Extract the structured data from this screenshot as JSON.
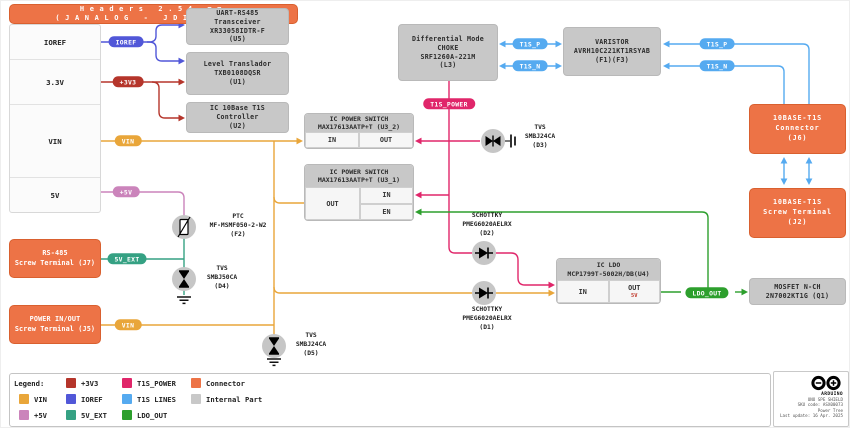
{
  "palette": {
    "vin": "#e9a63a",
    "ioref": "#5157d8",
    "p3v3": "#b5352b",
    "p5v": "#cb84bb",
    "v5ext": "#35a183",
    "t1s_power": "#e0266a",
    "t1s_lines": "#55aaf0",
    "ldo_out": "#2d9f2d",
    "connector": "#ed7346",
    "internal_part": "#c8c8c8"
  },
  "left": {
    "header_title": "Headers 2.54 mm\n(JANALOG - JDIGITAL)",
    "rows": [
      "IOREF",
      "3.3V",
      "VIN",
      "5V"
    ],
    "j7_label": "RS-485\nScrew Terminal (J7)",
    "j5_label": "POWER IN/OUT\nScrew Terminal (J5)"
  },
  "blocks": {
    "u5": "UART-RS485\nTransceiver\nXR33058IDTR-F\n(U5)",
    "u1": "Level Translador\nTXB0108DQSR\n(U1)",
    "u2": "IC 10Base T1S\nController\n(U2)",
    "u3_2_header": "IC POWER SWITCH\nMAX17613AATP+T (U3_2)",
    "u3_1_header": "IC POWER SWITCH\nMAX17613AATP+T (U3_1)",
    "choke": "Differential Mode\nCHOKE\nSRF1260A-221M\n(L3)",
    "varistor": "VARISTOR\nAVRH10C221KT1RSYAB\n(F1)(F3)",
    "ldo_header": "IC LDO\nMCP1799T-5002H/DB(U4)",
    "j6": "10BASE-T1S\nConnector\n(J6)",
    "j2": "10BASE-T1S\nScrew Terminal\n(J2)",
    "q1": "MOSFET N-CH\n2N7002KT1G (Q1)"
  },
  "ports": {
    "in": "IN",
    "out": "OUT",
    "en": "EN",
    "ldo_5v": "5V"
  },
  "pills": {
    "ioref": "IOREF",
    "p3v3": "+3V3",
    "vin": "VIN",
    "p5v": "+5V",
    "v5ext": "5V_EXT",
    "t1s_power": "T1S_POWER",
    "t1s_p": "T1S_P",
    "t1s_n": "T1S_N",
    "ldo_out": "LDO_OUT"
  },
  "parts": {
    "f2": "PTC\nMF-MSMF050-2-W2\n(F2)",
    "d4": "TVS\nSMBJ50CA\n(D4)",
    "d5": "TVS\nSMBJ24CA\n(D5)",
    "d3": "TVS\nSMBJ24CA\n(D3)",
    "d2": "SCHOTTKY\nPMEG6020AELRX\n(D2)",
    "d1": "SCHOTTKY\nPMEG6020AELRX\n(D1)"
  },
  "legend": {
    "title": "Legend:",
    "items": [
      {
        "label": "+3V3",
        "color": "#b5352b"
      },
      {
        "label": "T1S_POWER",
        "color": "#e0266a"
      },
      {
        "label": "Connector",
        "color": "#ed7346"
      },
      {
        "label": "VIN",
        "color": "#e9a63a"
      },
      {
        "label": "IOREF",
        "color": "#5157d8"
      },
      {
        "label": "T1S LINES",
        "color": "#55aaf0"
      },
      {
        "label": "Internal Part",
        "color": "#c8c8c8"
      },
      {
        "label": "+5V",
        "color": "#cb84bb"
      },
      {
        "label": "5V_EXT",
        "color": "#35a183"
      },
      {
        "label": "LDO_OUT",
        "color": "#2d9f2d"
      }
    ]
  },
  "footer": {
    "brand": "ARDUINO",
    "lines": [
      "UNO SPE SHIELD",
      "SKU code: ASX00073",
      "Power Tree",
      "Last update: 16 Apr. 2025"
    ]
  }
}
